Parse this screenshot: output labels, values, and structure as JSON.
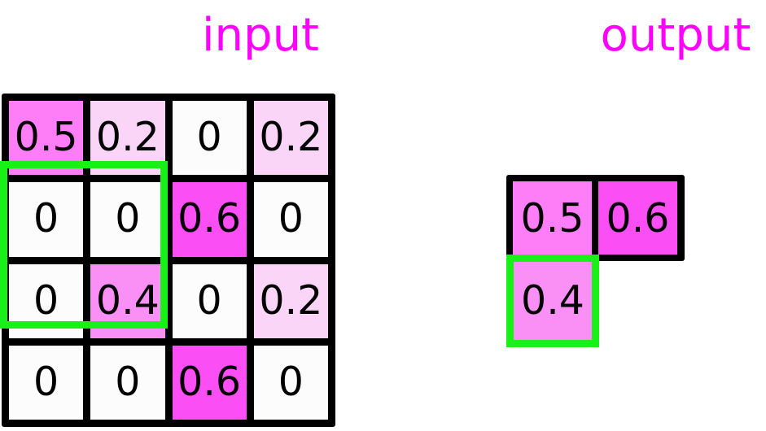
{
  "titles": {
    "input": "input",
    "output": "output",
    "color": "#ff00ff"
  },
  "palette": {
    "zero": "#fdfcfd",
    "v02": "#fad5f8",
    "v04": "#fa90f5",
    "v05": "#fe7ef8",
    "v06": "#fc4ef5",
    "grid_line": "#000000",
    "selection": "#18f018"
  },
  "input_grid": {
    "rows": 4,
    "cols": 4,
    "cells": [
      {
        "value": "0.5",
        "color": "#fe7ef8"
      },
      {
        "value": "0.2",
        "color": "#fad5f8"
      },
      {
        "value": "0",
        "color": "#fdfcfd"
      },
      {
        "value": "0.2",
        "color": "#fad5f8"
      },
      {
        "value": "0",
        "color": "#fdfcfd"
      },
      {
        "value": "0",
        "color": "#fdfcfd"
      },
      {
        "value": "0.6",
        "color": "#fc4ef5"
      },
      {
        "value": "0",
        "color": "#fdfcfd"
      },
      {
        "value": "0",
        "color": "#fdfcfd"
      },
      {
        "value": "0.4",
        "color": "#fa90f5"
      },
      {
        "value": "0",
        "color": "#fdfcfd"
      },
      {
        "value": "0.2",
        "color": "#fad5f8"
      },
      {
        "value": "0",
        "color": "#fdfcfd"
      },
      {
        "value": "0",
        "color": "#fdfcfd"
      },
      {
        "value": "0.6",
        "color": "#fc4ef5"
      },
      {
        "value": "0",
        "color": "#fdfcfd"
      }
    ],
    "selection": {
      "row_start": 3,
      "row_end": 4,
      "col_start": 1,
      "col_end": 2
    }
  },
  "output_grid": {
    "top_row": [
      {
        "value": "0.5",
        "color": "#fe7ef8"
      },
      {
        "value": "0.6",
        "color": "#fc4ef5"
      }
    ],
    "selected_cell": {
      "value": "0.4",
      "color": "#fa90f5"
    }
  }
}
